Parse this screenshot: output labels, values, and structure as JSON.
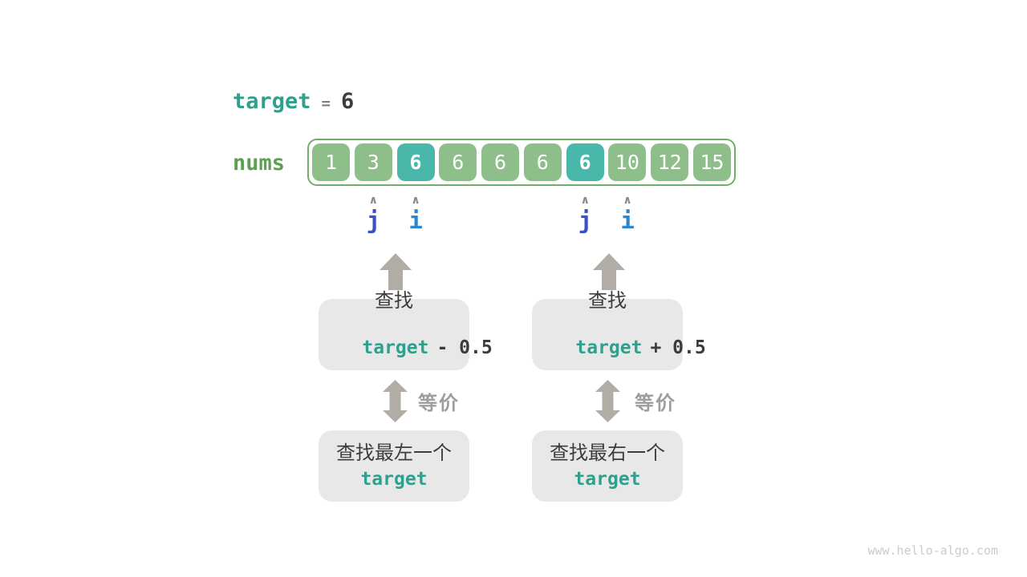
{
  "page": {
    "watermark": "www.hello-algo.com"
  },
  "header": {
    "target_label": "target",
    "equals": "=",
    "target_value": "6"
  },
  "array": {
    "label": "nums",
    "cells": [
      {
        "value": "1",
        "highlight": false
      },
      {
        "value": "3",
        "highlight": false
      },
      {
        "value": "6",
        "highlight": true
      },
      {
        "value": "6",
        "highlight": false
      },
      {
        "value": "6",
        "highlight": false
      },
      {
        "value": "6",
        "highlight": false
      },
      {
        "value": "6",
        "highlight": true
      },
      {
        "value": "10",
        "highlight": false
      },
      {
        "value": "12",
        "highlight": false
      },
      {
        "value": "15",
        "highlight": false
      }
    ]
  },
  "pointers": [
    {
      "label": "j",
      "cell_index": 1
    },
    {
      "label": "i",
      "cell_index": 2
    },
    {
      "label": "j",
      "cell_index": 6
    },
    {
      "label": "i",
      "cell_index": 7
    }
  ],
  "flows": {
    "left": {
      "action": "查找",
      "expr_keyword": "target",
      "expr_op": "- 0.5",
      "equiv": "等价",
      "bottom_action": "查找最左一个",
      "bottom_keyword": "target"
    },
    "right": {
      "action": "查找",
      "expr_keyword": "target",
      "expr_op": "+ 0.5",
      "equiv": "等价",
      "bottom_action": "查找最右一个",
      "bottom_keyword": "target"
    }
  },
  "colors": {
    "teal-text": "#2fa08e",
    "cell-green": "#8ebe8a",
    "cell-teal": "#49b8ab",
    "array-border": "#71ae68",
    "nums-green": "#5ba14f",
    "j-blue": "#3c50c5",
    "i-blue": "#2b87d1",
    "arrow-gray": "#b2aca6",
    "caret-gray": "#8a8a8a",
    "panel-bg": "#e8e8e8",
    "text-dark": "#3c3c3c",
    "equals-gray": "#7d7d7d",
    "equiv-gray": "#9d9d9d",
    "watermark-gray": "#cbcbcb"
  }
}
